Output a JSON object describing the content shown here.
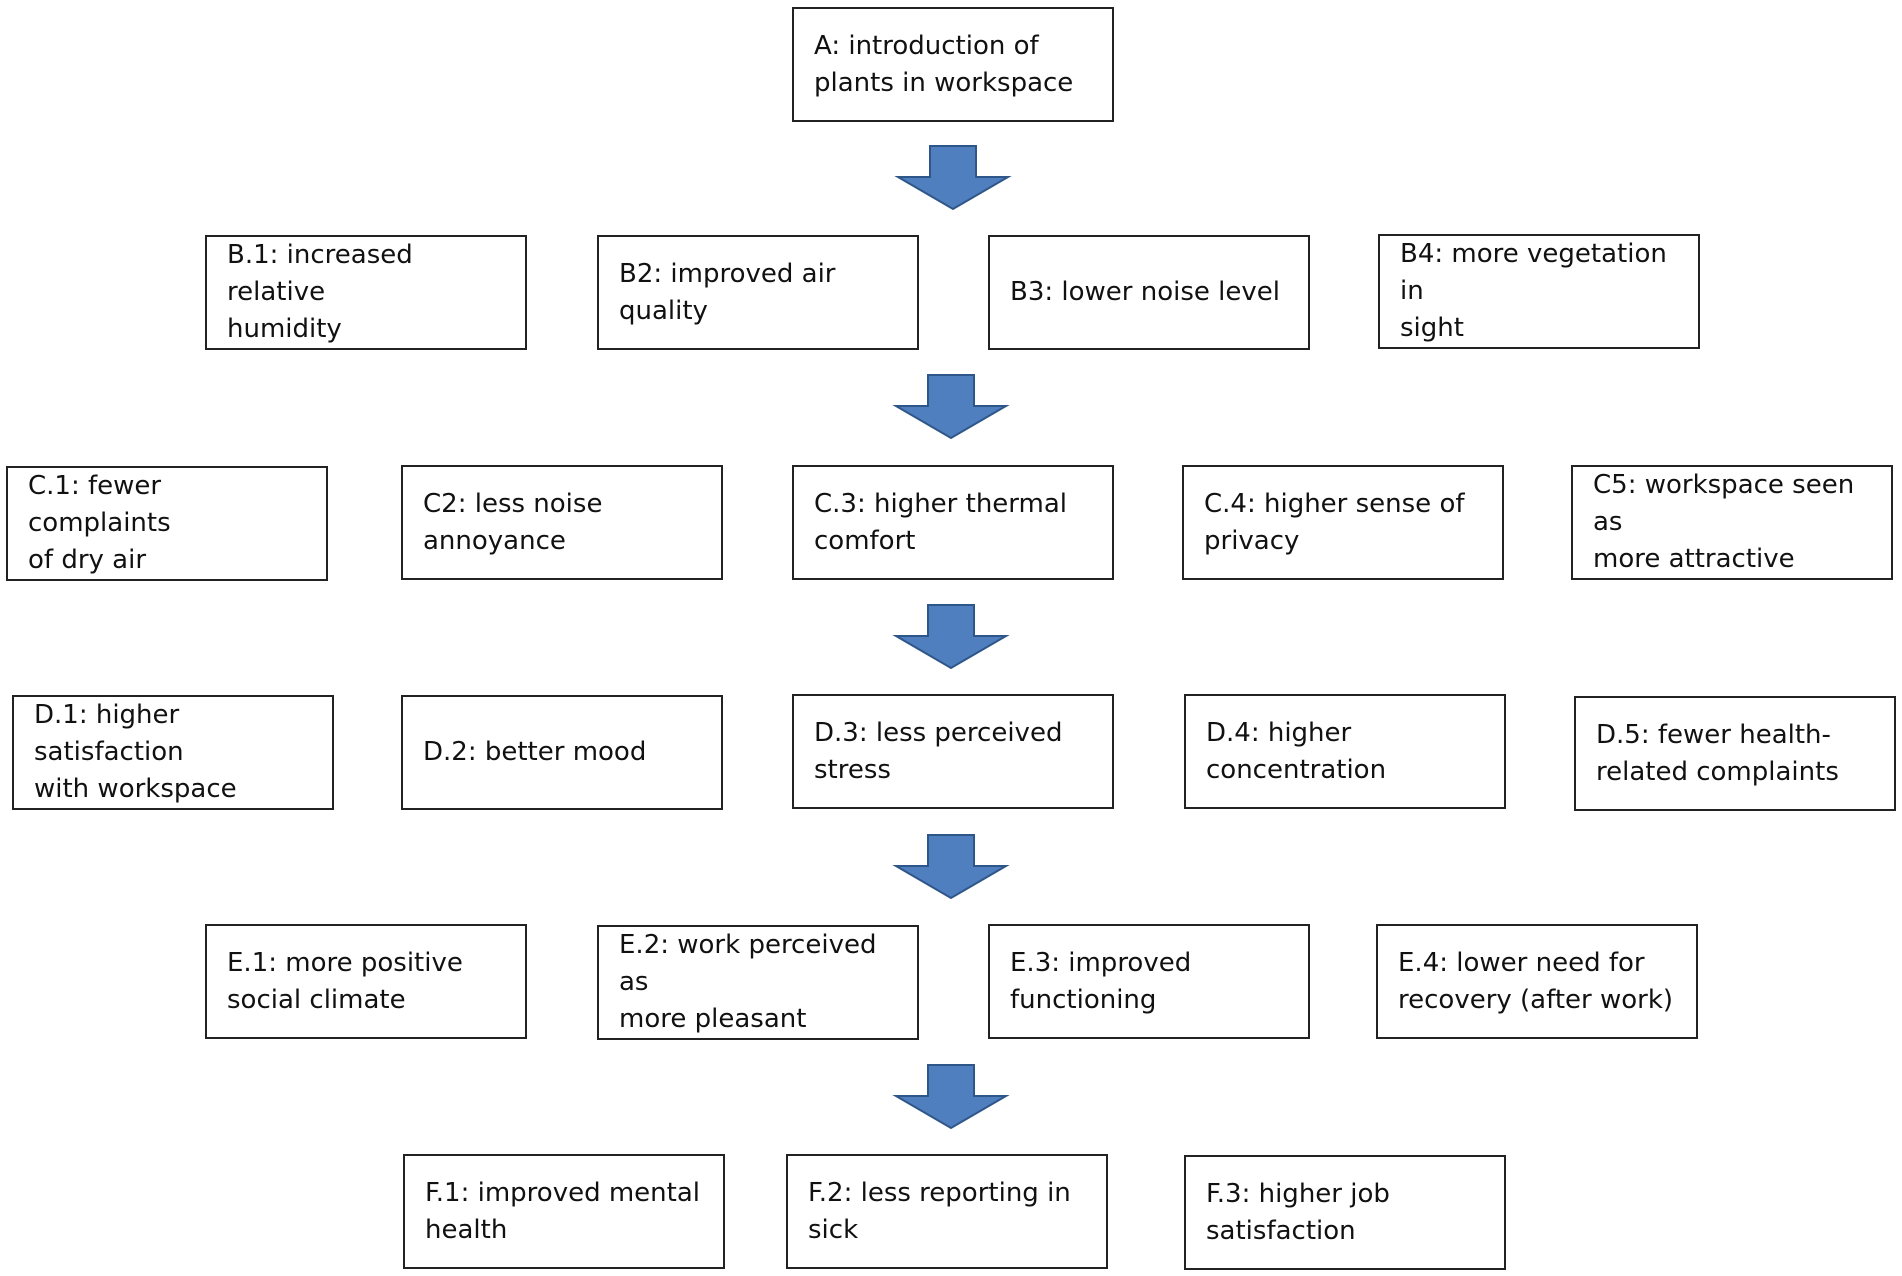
{
  "colors": {
    "arrow_fill": "#4f7fbf",
    "arrow_stroke": "#2f5689",
    "box_border": "#222222"
  },
  "rows": {
    "a": [
      {
        "text": "A: introduction of\nplants in workspace"
      }
    ],
    "b": [
      {
        "text": "B.1: increased relative\nhumidity"
      },
      {
        "text": "B2: improved air\nquality"
      },
      {
        "text": "B3: lower noise level"
      },
      {
        "text": "B4: more vegetation in\nsight"
      }
    ],
    "c": [
      {
        "text": "C.1: fewer complaints\nof dry air"
      },
      {
        "text": "C2: less noise\nannoyance"
      },
      {
        "text": "C.3: higher thermal\ncomfort"
      },
      {
        "text": "C.4: higher sense of\nprivacy"
      },
      {
        "text": "C5: workspace seen as\nmore attractive"
      }
    ],
    "d": [
      {
        "text": "D.1: higher satisfaction\nwith workspace"
      },
      {
        "text": "D.2: better mood"
      },
      {
        "text": "D.3: less perceived\nstress"
      },
      {
        "text": "D.4: higher\nconcentration"
      },
      {
        "text": "D.5: fewer health-\nrelated complaints"
      }
    ],
    "e": [
      {
        "text": "E.1: more positive\nsocial climate"
      },
      {
        "text": "E.2: work perceived as\nmore pleasant"
      },
      {
        "text": "E.3: improved\nfunctioning"
      },
      {
        "text": "E.4: lower need for\nrecovery (after work)"
      }
    ],
    "f": [
      {
        "text": "F.1: improved mental\nhealth"
      },
      {
        "text": "F.2: less reporting in\nsick"
      },
      {
        "text": "F.3:  higher job\nsatisfaction"
      }
    ]
  }
}
